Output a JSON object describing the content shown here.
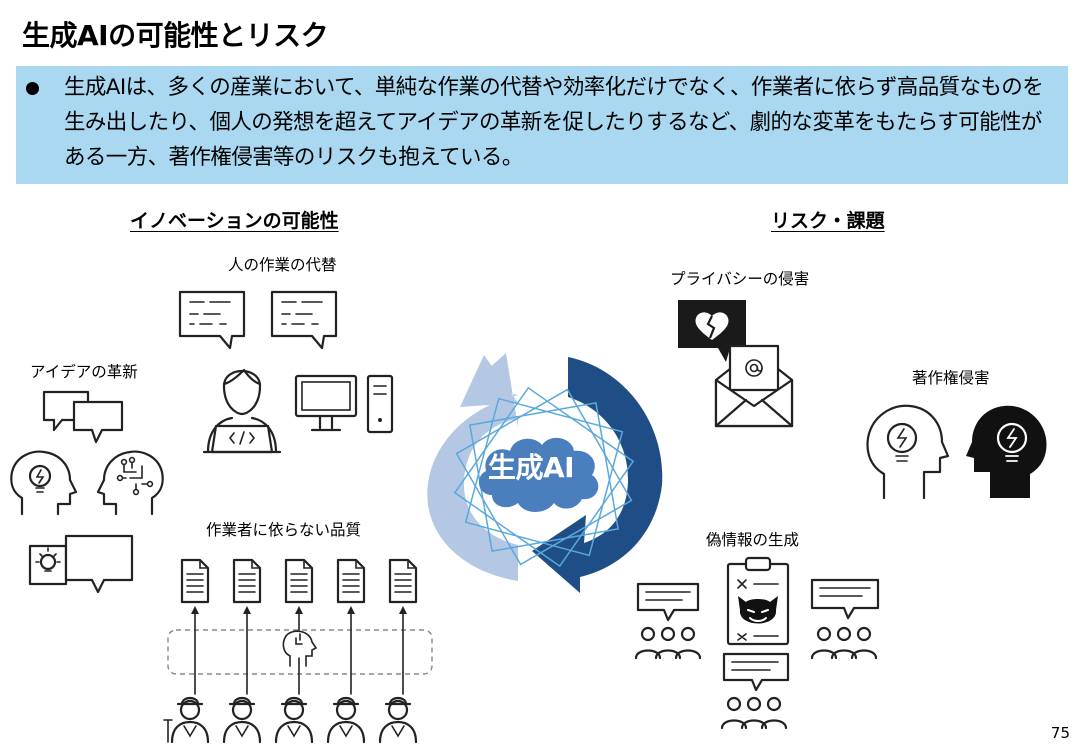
{
  "title": "生成AIの可能性とリスク",
  "summary": "生成AIは、多くの産業において、単純な作業の代替や効率化だけでなく、作業者に依らず高品質なものを生み出したり、個人の発想を超えてアイデアの革新を促したりするなど、劇的な変革をもたらす可能性がある一方、著作権侵害等のリスクも抱えている。",
  "innovation": {
    "heading": "イノベーションの可能性",
    "replace_label": "人の作業の代替",
    "idea_label": "アイデアの革新",
    "quality_label": "作業者に依らない品質"
  },
  "risk": {
    "heading": "リスク・課題",
    "privacy_label": "プライバシーの侵害",
    "copyright_label": "著作権侵害",
    "misinfo_label": "偽情報の生成"
  },
  "center_label": "生成AI",
  "page_number": "75",
  "colors": {
    "summary_bg": "#a9d8f0",
    "arrow_light": "#b4c8e4",
    "arrow_dark": "#1f4e86",
    "cloud": "#4a7ebd",
    "star_stroke": "#5aa8dc"
  },
  "icons": [
    "speech-bubble-icon",
    "programmer-icon",
    "computer-icon",
    "idea-head-icon",
    "brain-circuit-icon",
    "lightbulb-icon",
    "document-icon",
    "worker-icon",
    "broken-heart-icon",
    "envelope-icon",
    "copyright-head-icon",
    "devil-clipboard-icon",
    "group-icon"
  ]
}
